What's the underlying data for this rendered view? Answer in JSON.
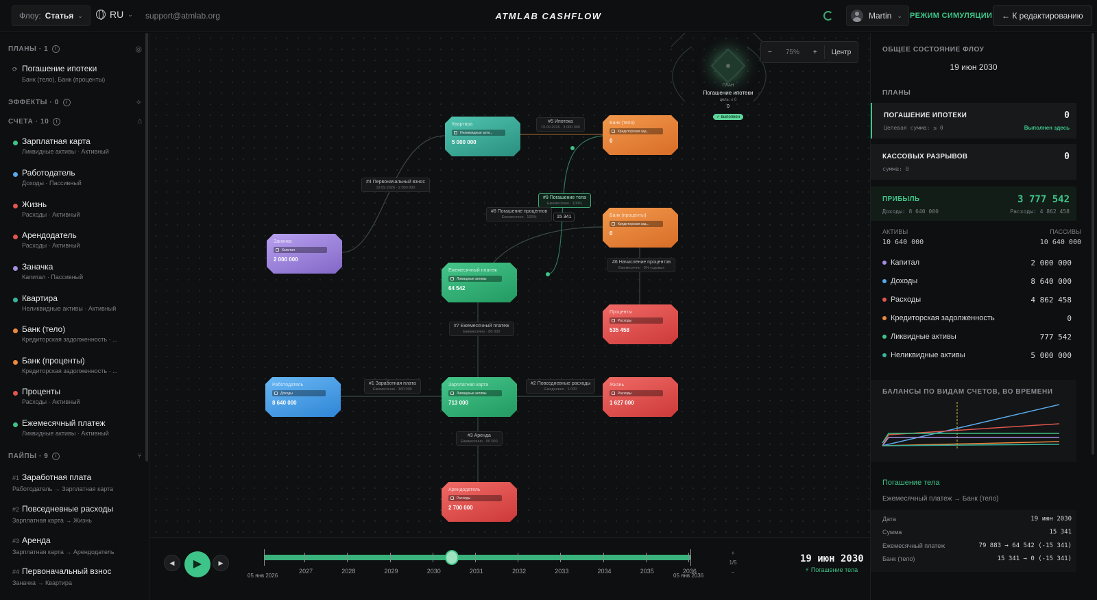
{
  "topbar": {
    "flow_label": "Флоу:",
    "flow_value": "Статья",
    "lang": "RU",
    "support": "support@atmlab.org",
    "brand": "ATMLAB CASHFLOW",
    "user": "Martin",
    "sim_mode": "РЕЖИМ СИМУЛЯЦИИ",
    "back_button": "← К редактированию"
  },
  "sidebar": {
    "plans_head": "ПЛАНЫ · 1",
    "plan": {
      "title": "Погашение ипотеки",
      "sub": "Банк (тело), Банк (проценты)"
    },
    "effects_head": "ЭФФЕКТЫ · 0",
    "accounts_head": "СЧЕТА · 10",
    "accounts": [
      {
        "name": "Зарплатная карта",
        "meta": "Ликвидные активы · Активный",
        "color": "#3ec488"
      },
      {
        "name": "Работодатель",
        "meta": "Доходы · Пассивный",
        "color": "#5aa9ea"
      },
      {
        "name": "Жизнь",
        "meta": "Расходы · Активный",
        "color": "#e0564f"
      },
      {
        "name": "Арендодатель",
        "meta": "Расходы · Активный",
        "color": "#e0564f"
      },
      {
        "name": "Заначка",
        "meta": "Капитал · Пассивный",
        "color": "#a48ee0"
      },
      {
        "name": "Квартира",
        "meta": "Неликвидные активы · Активный",
        "color": "#3ab39e"
      },
      {
        "name": "Банк (тело)",
        "meta": "Кредиторская задолженность · ...",
        "color": "#ec8a3e"
      },
      {
        "name": "Банк (проценты)",
        "meta": "Кредиторская задолженность · ...",
        "color": "#ec8a3e"
      },
      {
        "name": "Проценты",
        "meta": "Расходы · Активный",
        "color": "#e0564f"
      },
      {
        "name": "Ежемесячный платеж",
        "meta": "Ликвидные активы · Активный",
        "color": "#3ec488"
      }
    ],
    "pipes_head": "ПАЙПЫ · 9",
    "pipes": [
      {
        "num": "#1",
        "name": "Заработная плата",
        "meta": "Работодатель → Зарплатная карта"
      },
      {
        "num": "#2",
        "name": "Повседневные расходы",
        "meta": "Зарплатная карта → Жизнь"
      },
      {
        "num": "#3",
        "name": "Аренда",
        "meta": "Зарплатная карта → Арендодатель"
      },
      {
        "num": "#4",
        "name": "Первоначальный взнос",
        "meta": "Заначка → Квартира"
      }
    ]
  },
  "canvas": {
    "zoom": {
      "minus": "−",
      "pct": "75%",
      "plus": "+",
      "center": "Центр"
    },
    "plan_node": {
      "label": "ПЛАН",
      "title": "Погашение ипотеки",
      "goal": "цель: ≤ 0",
      "value": "0",
      "status": "✓ выполнен"
    },
    "nodes": {
      "kvartira": {
        "title": "Квартира",
        "chip": "Неликвидные акти...",
        "value": "5 000 000"
      },
      "bank_body": {
        "title": "Банк (тело)",
        "chip": "Кредиторская зад...",
        "value": "0"
      },
      "bank_pct": {
        "title": "Банк (проценты)",
        "chip": "Кредиторская зад...",
        "value": "0"
      },
      "zanachka": {
        "title": "Заначка",
        "chip": "Капитал",
        "value": "2 000 000"
      },
      "monthly": {
        "title": "Ежемесячный платеж",
        "chip": "Ликвидные активы",
        "value": "64 542"
      },
      "procenty": {
        "title": "Проценты",
        "chip": "Расходы",
        "value": "535 458"
      },
      "employer": {
        "title": "Работодатель",
        "chip": "Доходы",
        "value": "8 640 000"
      },
      "salary_card": {
        "title": "Зарплатная карта",
        "chip": "Ликвидные активы",
        "value": "713 000"
      },
      "life": {
        "title": "Жизнь",
        "chip": "Расходы",
        "value": "1 627 000"
      },
      "landlord": {
        "title": "Арендодатель",
        "chip": "Расходы",
        "value": "2 700 000"
      }
    },
    "edges": {
      "ipoteka": {
        "l1": "#5 Ипотека",
        "l2": "19.09.2026 · 3 000 000"
      },
      "down": {
        "l1": "#4 Первоначальный взнос",
        "l2": "19.09.2026 · 2 000 000"
      },
      "body": {
        "l1": "#9 Погашение тела",
        "l2": "Ежемесячно · 100%"
      },
      "interest_pay": {
        "l1": "#8 Погашение процентов",
        "l2": "Ежемесячно · 100%"
      },
      "accrual": {
        "l1": "#6 Начисление процентов",
        "l2": "Ежемесячно · 9% годовых"
      },
      "monthly_pay": {
        "l1": "#7 Ежемесячный платеж",
        "l2": "Ежемесячно · 80 000"
      },
      "salary": {
        "l1": "#1 Заработная плата",
        "l2": "Ежемесячно · 160 000"
      },
      "daily": {
        "l1": "#2 Повседневные расходы",
        "l2": "Ежедневно · 1 000"
      },
      "rent": {
        "l1": "#3 Аренда",
        "l2": "Ежемесячно · 50 000"
      }
    },
    "badge": "15 341"
  },
  "timeline": {
    "years": [
      "2027",
      "2028",
      "2029",
      "2030",
      "2031",
      "2032",
      "2033",
      "2034",
      "2035",
      "2036"
    ],
    "start": "05 янв 2026",
    "end": "05 янв 2036",
    "zoom_plus": "+",
    "zoom_level": "1/5",
    "zoom_minus": "−",
    "date": "19 июн 2030",
    "event": "⚡ Погашение тела",
    "progress": 0.44
  },
  "rpanel": {
    "state_head": "ОБЩЕЕ СОСТОЯНИЕ ФЛОУ",
    "date": "19 июн 2030",
    "plans_head": "ПЛАНЫ",
    "plan_card": {
      "title": "ПОГАШЕНИЕ ИПОТЕКИ",
      "value": "0",
      "sub": "Целевая сумма: ≤ 0",
      "status": "Выполнен здесь"
    },
    "gaps_card": {
      "title": "КАССОВЫХ РАЗРЫВОВ",
      "value": "0",
      "sub": "сумма: 0"
    },
    "profit_card": {
      "title": "ПРИБЫЛЬ",
      "value": "3 777 542",
      "income": "Доходы: 8 640 000",
      "expenses": "Расходы: 4 862 458"
    },
    "assets_label": "АКТИВЫ",
    "assets_value": "10 640 000",
    "liab_label": "ПАССИВЫ",
    "liab_value": "10 640 000",
    "categories": [
      {
        "name": "Капитал",
        "value": "2 000 000",
        "color": "#a48ee0"
      },
      {
        "name": "Доходы",
        "value": "8 640 000",
        "color": "#5aa9ea"
      },
      {
        "name": "Расходы",
        "value": "4 862 458",
        "color": "#e0564f"
      },
      {
        "name": "Кредиторская задолженность",
        "value": "0",
        "color": "#ec8a3e"
      },
      {
        "name": "Ликвидные активы",
        "value": "777 542",
        "color": "#3ec488"
      },
      {
        "name": "Неликвидные активы",
        "value": "5 000 000",
        "color": "#3ab39e"
      }
    ],
    "balances_head": "БАЛАНСЫ ПО ВИДАМ СЧЕТОВ, ВО ВРЕМЕНИ",
    "event": {
      "title": "Погашение тела",
      "sub": "Ежемесячный платеж → Банк (тело)",
      "rows": [
        {
          "k": "Дата",
          "v": "19 июн 2030"
        },
        {
          "k": "Сумма",
          "v": "15 341"
        },
        {
          "k": "Ежемесячный платеж",
          "v": "79 883 → 64 542 (-15 341)"
        },
        {
          "k": "Банк (тело)",
          "v": "15 341 → 0 (-15 341)"
        }
      ]
    }
  }
}
